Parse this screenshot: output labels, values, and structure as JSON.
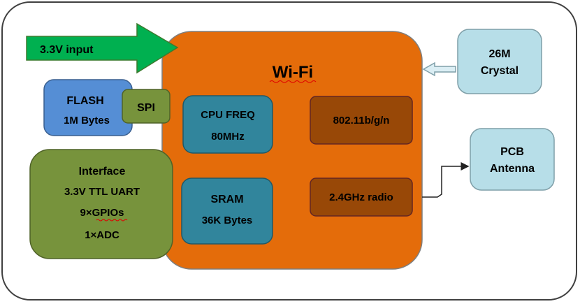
{
  "power_input": {
    "label": "3.3V input"
  },
  "wifi": {
    "title": "Wi-Fi"
  },
  "flash": {
    "line1": "FLASH",
    "line2": "1M Bytes"
  },
  "spi": {
    "label": "SPI"
  },
  "interface": {
    "title": "Interface",
    "line1": "3.3V TTL UART",
    "line2": "9×GPIOs",
    "line3": "1×ADC"
  },
  "cpu": {
    "line1": "CPU FREQ",
    "line2": "80MHz"
  },
  "sram": {
    "line1": "SRAM",
    "line2": "36K Bytes"
  },
  "protocol": {
    "label": "802.11b/g/n"
  },
  "radio": {
    "label": "2.4GHz radio"
  },
  "crystal": {
    "line1": "26M",
    "line2": "Crystal"
  },
  "antenna": {
    "line1": "PCB",
    "line2": "Antenna"
  },
  "colors": {
    "wifi_orange": "#e46c0a",
    "flash_blue": "#558ed5",
    "olive_green": "#77933c",
    "teal": "#31859c",
    "brown": "#984807",
    "light_cyan": "#b7dee8",
    "arrow_green": "#00b050"
  }
}
